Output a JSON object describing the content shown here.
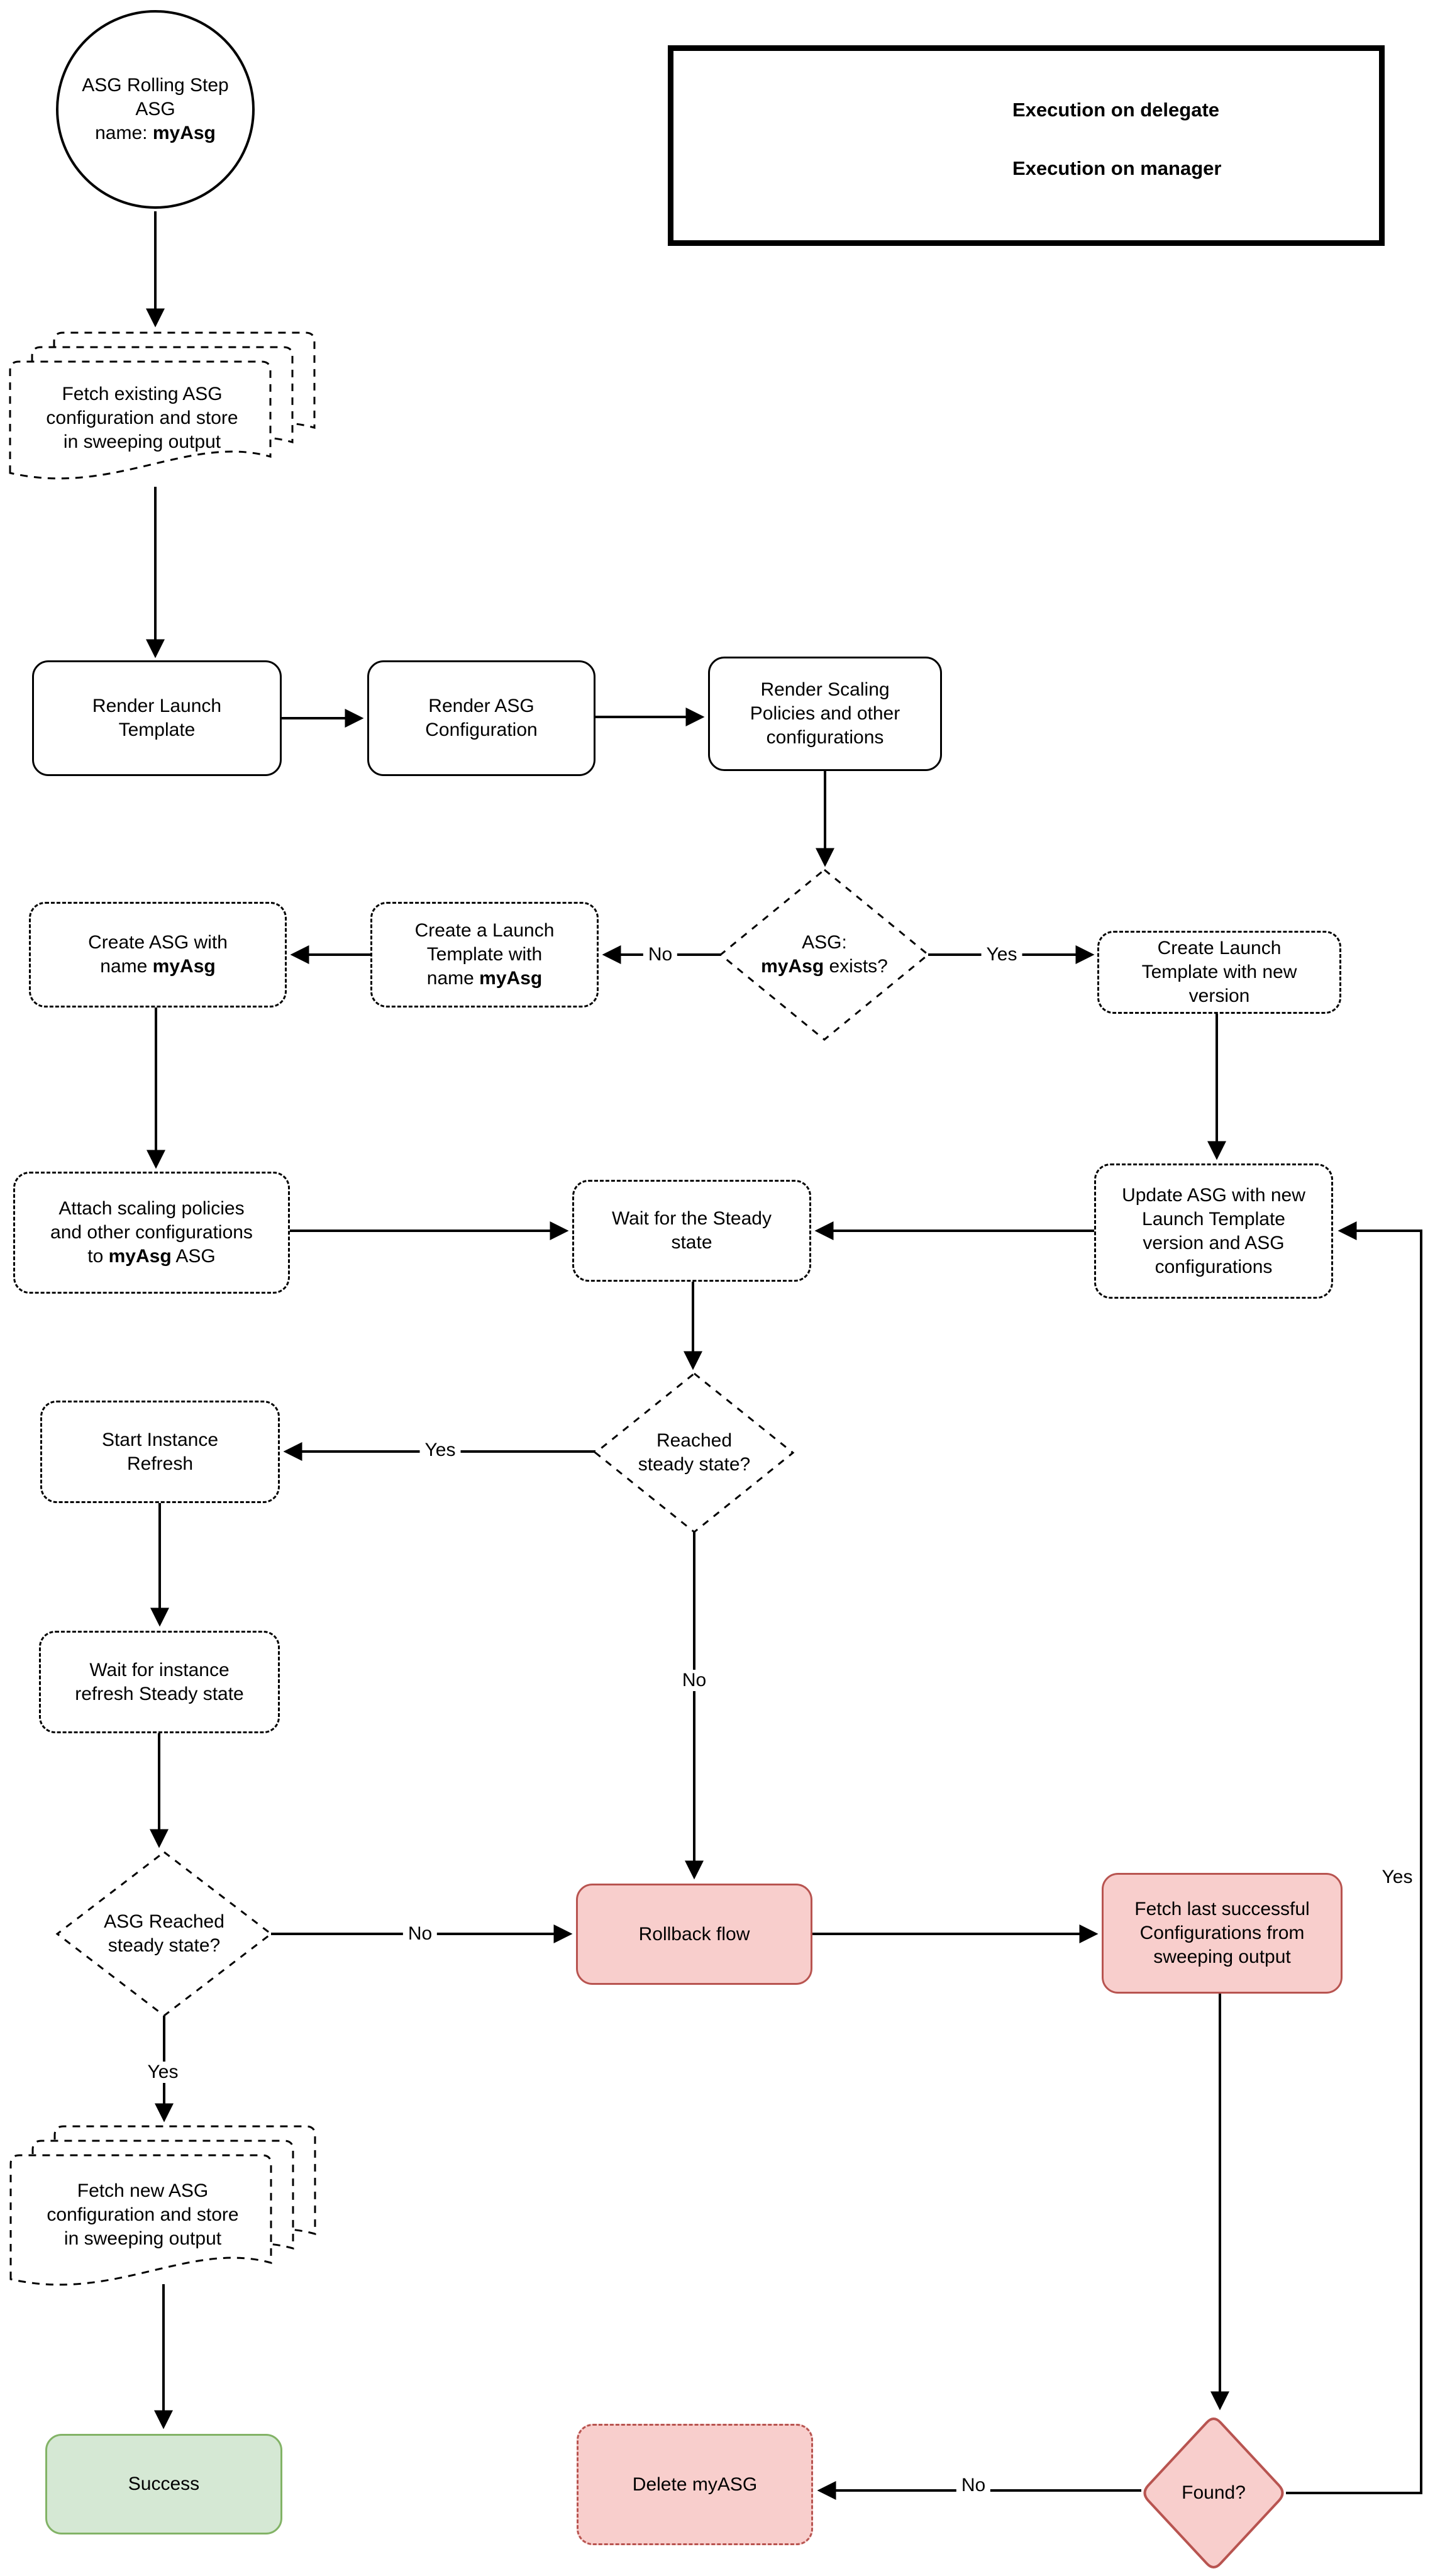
{
  "legend": {
    "delegate_label": "Execution on delegate",
    "manager_label": "Execution on manager"
  },
  "edge_labels": {
    "asg_exists_no": "No",
    "asg_exists_yes": "Yes",
    "reached_yes": "Yes",
    "reached_no": "No",
    "asg_reached_no": "No",
    "asg_reached_yes": "Yes",
    "found_no": "No",
    "found_yes": "Yes"
  },
  "nodes": {
    "start": {
      "l1": "ASG Rolling Step",
      "l2": "ASG",
      "l3_prefix": "name: ",
      "l3_bold": "myAsg"
    },
    "fetch_existing": {
      "l1": "Fetch existing ASG",
      "l2": "configuration and store",
      "l3": "in sweeping output"
    },
    "render_launch": {
      "l1": "Render Launch",
      "l2": "Template"
    },
    "render_asg": {
      "l1": "Render ASG",
      "l2": "Configuration"
    },
    "render_scaling": {
      "l1": "Render Scaling",
      "l2": "Policies and other",
      "l3": "configurations"
    },
    "asg_exists": {
      "l1": "ASG:",
      "l2_bold": "myAsg",
      "l2_suffix": " exists?"
    },
    "create_launch_named": {
      "l1": "Create a Launch",
      "l2": "Template with",
      "l3_prefix": "name ",
      "l3_bold": "myAsg"
    },
    "create_asg": {
      "l1": "Create ASG with",
      "l2_prefix": "name ",
      "l2_bold": "myAsg"
    },
    "create_launch_new": {
      "l1": "Create Launch",
      "l2": "Template with new",
      "l3": "version"
    },
    "attach_scaling": {
      "l1": "Attach scaling policies",
      "l2": "and other configurations",
      "l3_prefix": "to ",
      "l3_bold": "myAsg",
      "l3_suffix": " ASG"
    },
    "wait_steady": {
      "l1": "Wait for the Steady",
      "l2": "state"
    },
    "update_asg": {
      "l1": "Update ASG with new",
      "l2": "Launch Template",
      "l3": "version and ASG",
      "l4": "configurations"
    },
    "reached_steady": {
      "l1": "Reached",
      "l2": "steady state?"
    },
    "start_refresh": {
      "l1": "Start Instance",
      "l2": "Refresh"
    },
    "wait_refresh": {
      "l1": "Wait for instance",
      "l2": "refresh Steady state"
    },
    "asg_reached": {
      "l1": "ASG Reached",
      "l2": "steady state?"
    },
    "rollback": {
      "l1": "Rollback flow"
    },
    "fetch_last": {
      "l1": "Fetch last successful",
      "l2": "Configurations from",
      "l3": "sweeping output"
    },
    "fetch_new": {
      "l1": "Fetch new ASG",
      "l2": "configuration and store",
      "l3": "in sweeping output"
    },
    "success": {
      "l1": "Success"
    },
    "delete_asg": {
      "l1": "Delete myASG"
    },
    "found": {
      "l1": "Found?"
    }
  },
  "colors": {
    "red_fill": "#f8cecc",
    "red_stroke": "#b85450",
    "green_fill": "#d5e8d4",
    "green_stroke": "#82b366",
    "line": "#000000"
  }
}
